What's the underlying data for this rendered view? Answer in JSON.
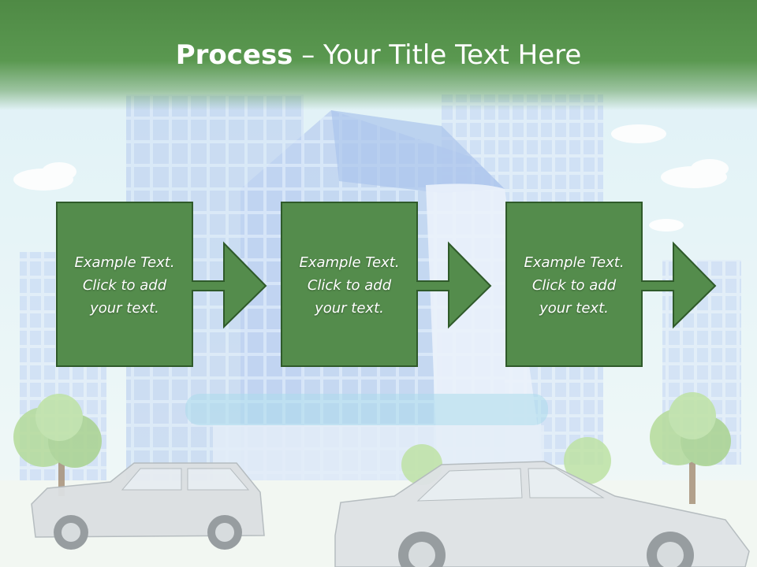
{
  "title": {
    "bold": "Process",
    "rest": " – Your Title Text Here"
  },
  "steps": [
    {
      "text": "Example Text.\nClick  to add\nyour text."
    },
    {
      "text": "Example Text.\nClick  to add\nyour text."
    },
    {
      "text": "Example Text.\nClick  to add\nyour text."
    }
  ],
  "colors": {
    "header_green": "#5a9850",
    "box_green": "#548c4c",
    "box_border": "#2f5a2a",
    "sky": "#cfeaf2"
  }
}
